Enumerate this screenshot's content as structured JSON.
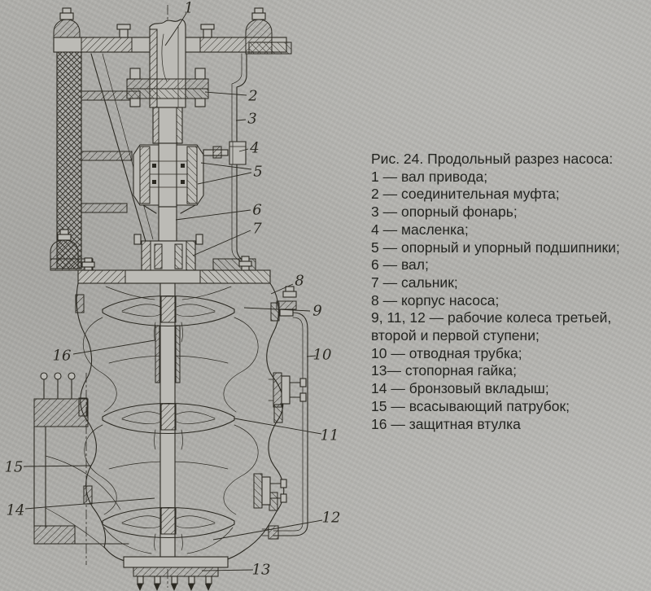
{
  "colors": {
    "paper": "#b3b2ae",
    "paper_light": "#bcbbb6",
    "ink": "#2b2922"
  },
  "figure": {
    "title": "Рис. 24. Продольный разрез насоса:",
    "legend": [
      "1 — вал привода;",
      "2 — соединительная муфта;",
      "3 — опорный фонарь;",
      "4 — масленка;",
      "5 — опорный и упорный подшипники;",
      "6 — вал;",
      "7 — сальник;",
      "8 — корпус насоса;",
      "9, 11, 12 — рабочие колеса третьей, второй и первой ступени;",
      "10 — отводная трубка;",
      "13— стопорная гайка;",
      "14 — бронзовый вкладыш;",
      "15 — всасывающий патрубок;",
      "16 — защитная втулка"
    ]
  },
  "drawing": {
    "callouts": [
      {
        "text": "1"
      },
      {
        "text": "2"
      },
      {
        "text": "3"
      },
      {
        "text": "4"
      },
      {
        "text": "5"
      },
      {
        "text": "6"
      },
      {
        "text": "7"
      },
      {
        "text": "8"
      },
      {
        "text": "9"
      },
      {
        "text": "10"
      },
      {
        "text": "11"
      },
      {
        "text": "12"
      },
      {
        "text": "13"
      },
      {
        "text": "14"
      },
      {
        "text": "15"
      },
      {
        "text": "16"
      }
    ]
  }
}
